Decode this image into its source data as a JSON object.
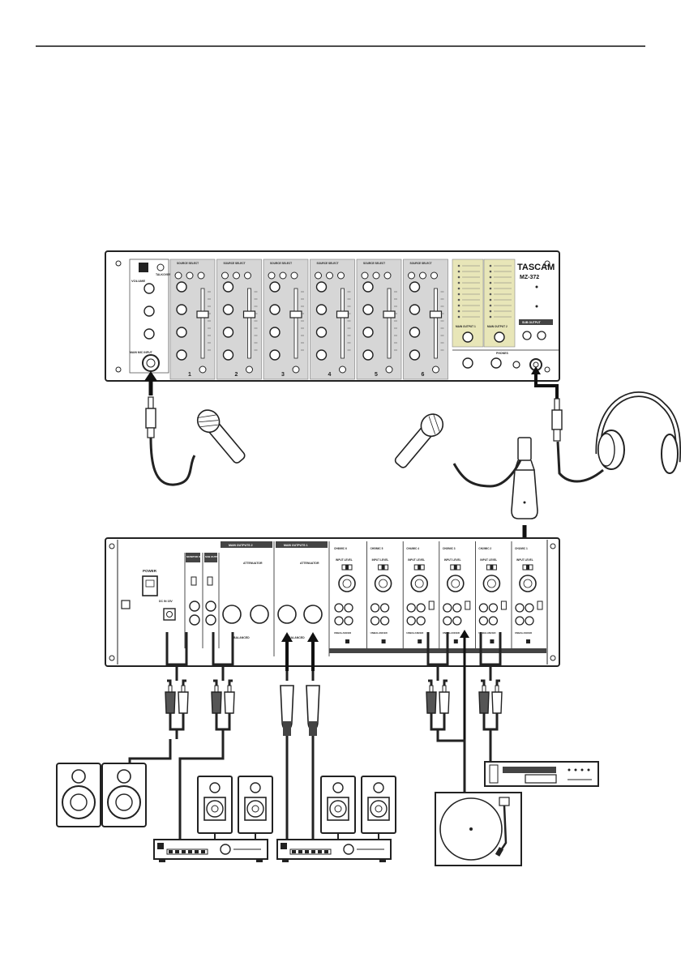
{
  "front_panel": {
    "brand": "TASCAM",
    "model": "MZ-372",
    "channel_numbers": [
      "1",
      "2",
      "3",
      "4",
      "5",
      "6"
    ],
    "source_select_label": "SOURCE SELECT",
    "main_output_1_label": "MAIN OUTPUT 1",
    "main_output_2_label": "MAIN OUTPUT 2",
    "sub_output_label": "SUB OUTPUT",
    "phones_label": "PHONES",
    "mic_input_label": "MAIN MIC INPUT",
    "volume_label": "VOLUME",
    "tbk_label": "TALKOVER"
  },
  "rear_panel": {
    "power_label": "POWER",
    "dc_label": "DC IN 15V",
    "monitor_out_label": "MONITOR OUT",
    "sub_output_label": "SUB OUTPUT",
    "main_outputs_2_label": "MAIN OUTPUTS 2",
    "main_outputs_1_label": "MAIN OUTPUTS 1",
    "attenuator_label": "ATTENUATOR",
    "unbalanced_label": "UNBALANCED",
    "balanced_label": "BALANCED",
    "input_level_label": "INPUT LEVEL",
    "channel_labels": [
      "CH6/MIC 6",
      "CH5/MIC 5",
      "CH4/MIC 4",
      "CH3/MIC 3",
      "CH2/MIC 2",
      "CH1/MIC 1"
    ]
  }
}
